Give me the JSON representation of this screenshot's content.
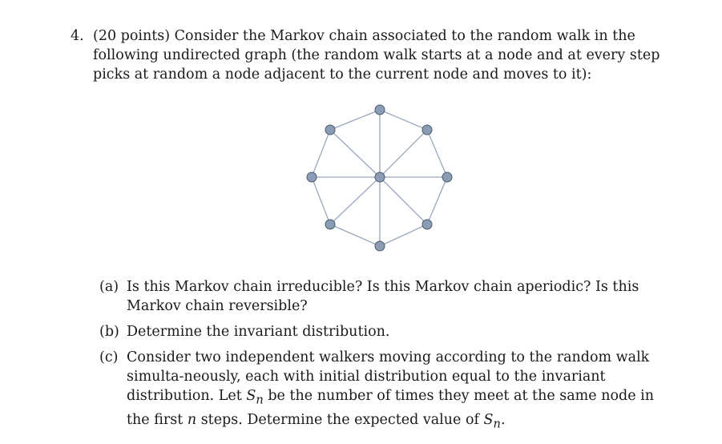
{
  "problem": {
    "number": "4.",
    "text": "(20 points) Consider the Markov chain associated to the random walk in the following undirected graph (the random walk starts at a node and at every step picks at random a node adjacent to the current node and moves to it):"
  },
  "graph": {
    "node_color": "#8b9db5",
    "node_stroke": "#4a5a70",
    "edge_color": "#9aa8bd",
    "nodes": [
      "N",
      "NE",
      "E",
      "SE",
      "S",
      "SW",
      "W",
      "NW",
      "C"
    ],
    "edges": [
      [
        "N",
        "NE"
      ],
      [
        "NE",
        "E"
      ],
      [
        "E",
        "SE"
      ],
      [
        "SE",
        "S"
      ],
      [
        "S",
        "SW"
      ],
      [
        "SW",
        "W"
      ],
      [
        "W",
        "NW"
      ],
      [
        "NW",
        "N"
      ],
      [
        "C",
        "N"
      ],
      [
        "C",
        "NE"
      ],
      [
        "C",
        "E"
      ],
      [
        "C",
        "SE"
      ],
      [
        "C",
        "S"
      ],
      [
        "C",
        "SW"
      ],
      [
        "C",
        "W"
      ],
      [
        "C",
        "NW"
      ]
    ]
  },
  "parts": [
    {
      "label": "(a)",
      "text": "Is this Markov chain irreducible? Is this Markov chain aperiodic? Is this Markov chain reversible?"
    },
    {
      "label": "(b)",
      "text": "Determine the invariant distribution."
    },
    {
      "label": "(c)",
      "text_before": "Consider two independent walkers moving according to the random walk simulta-neously, each with initial distribution equal to the invariant distribution. Let ",
      "sym1": "S",
      "sub1": "n",
      "text_mid": " be the number of times they meet at the same node in the first ",
      "sym2": "n",
      "text_mid2": " steps. Determine the expected value of ",
      "sym3": "S",
      "sub3": "n",
      "text_end": "."
    }
  ]
}
